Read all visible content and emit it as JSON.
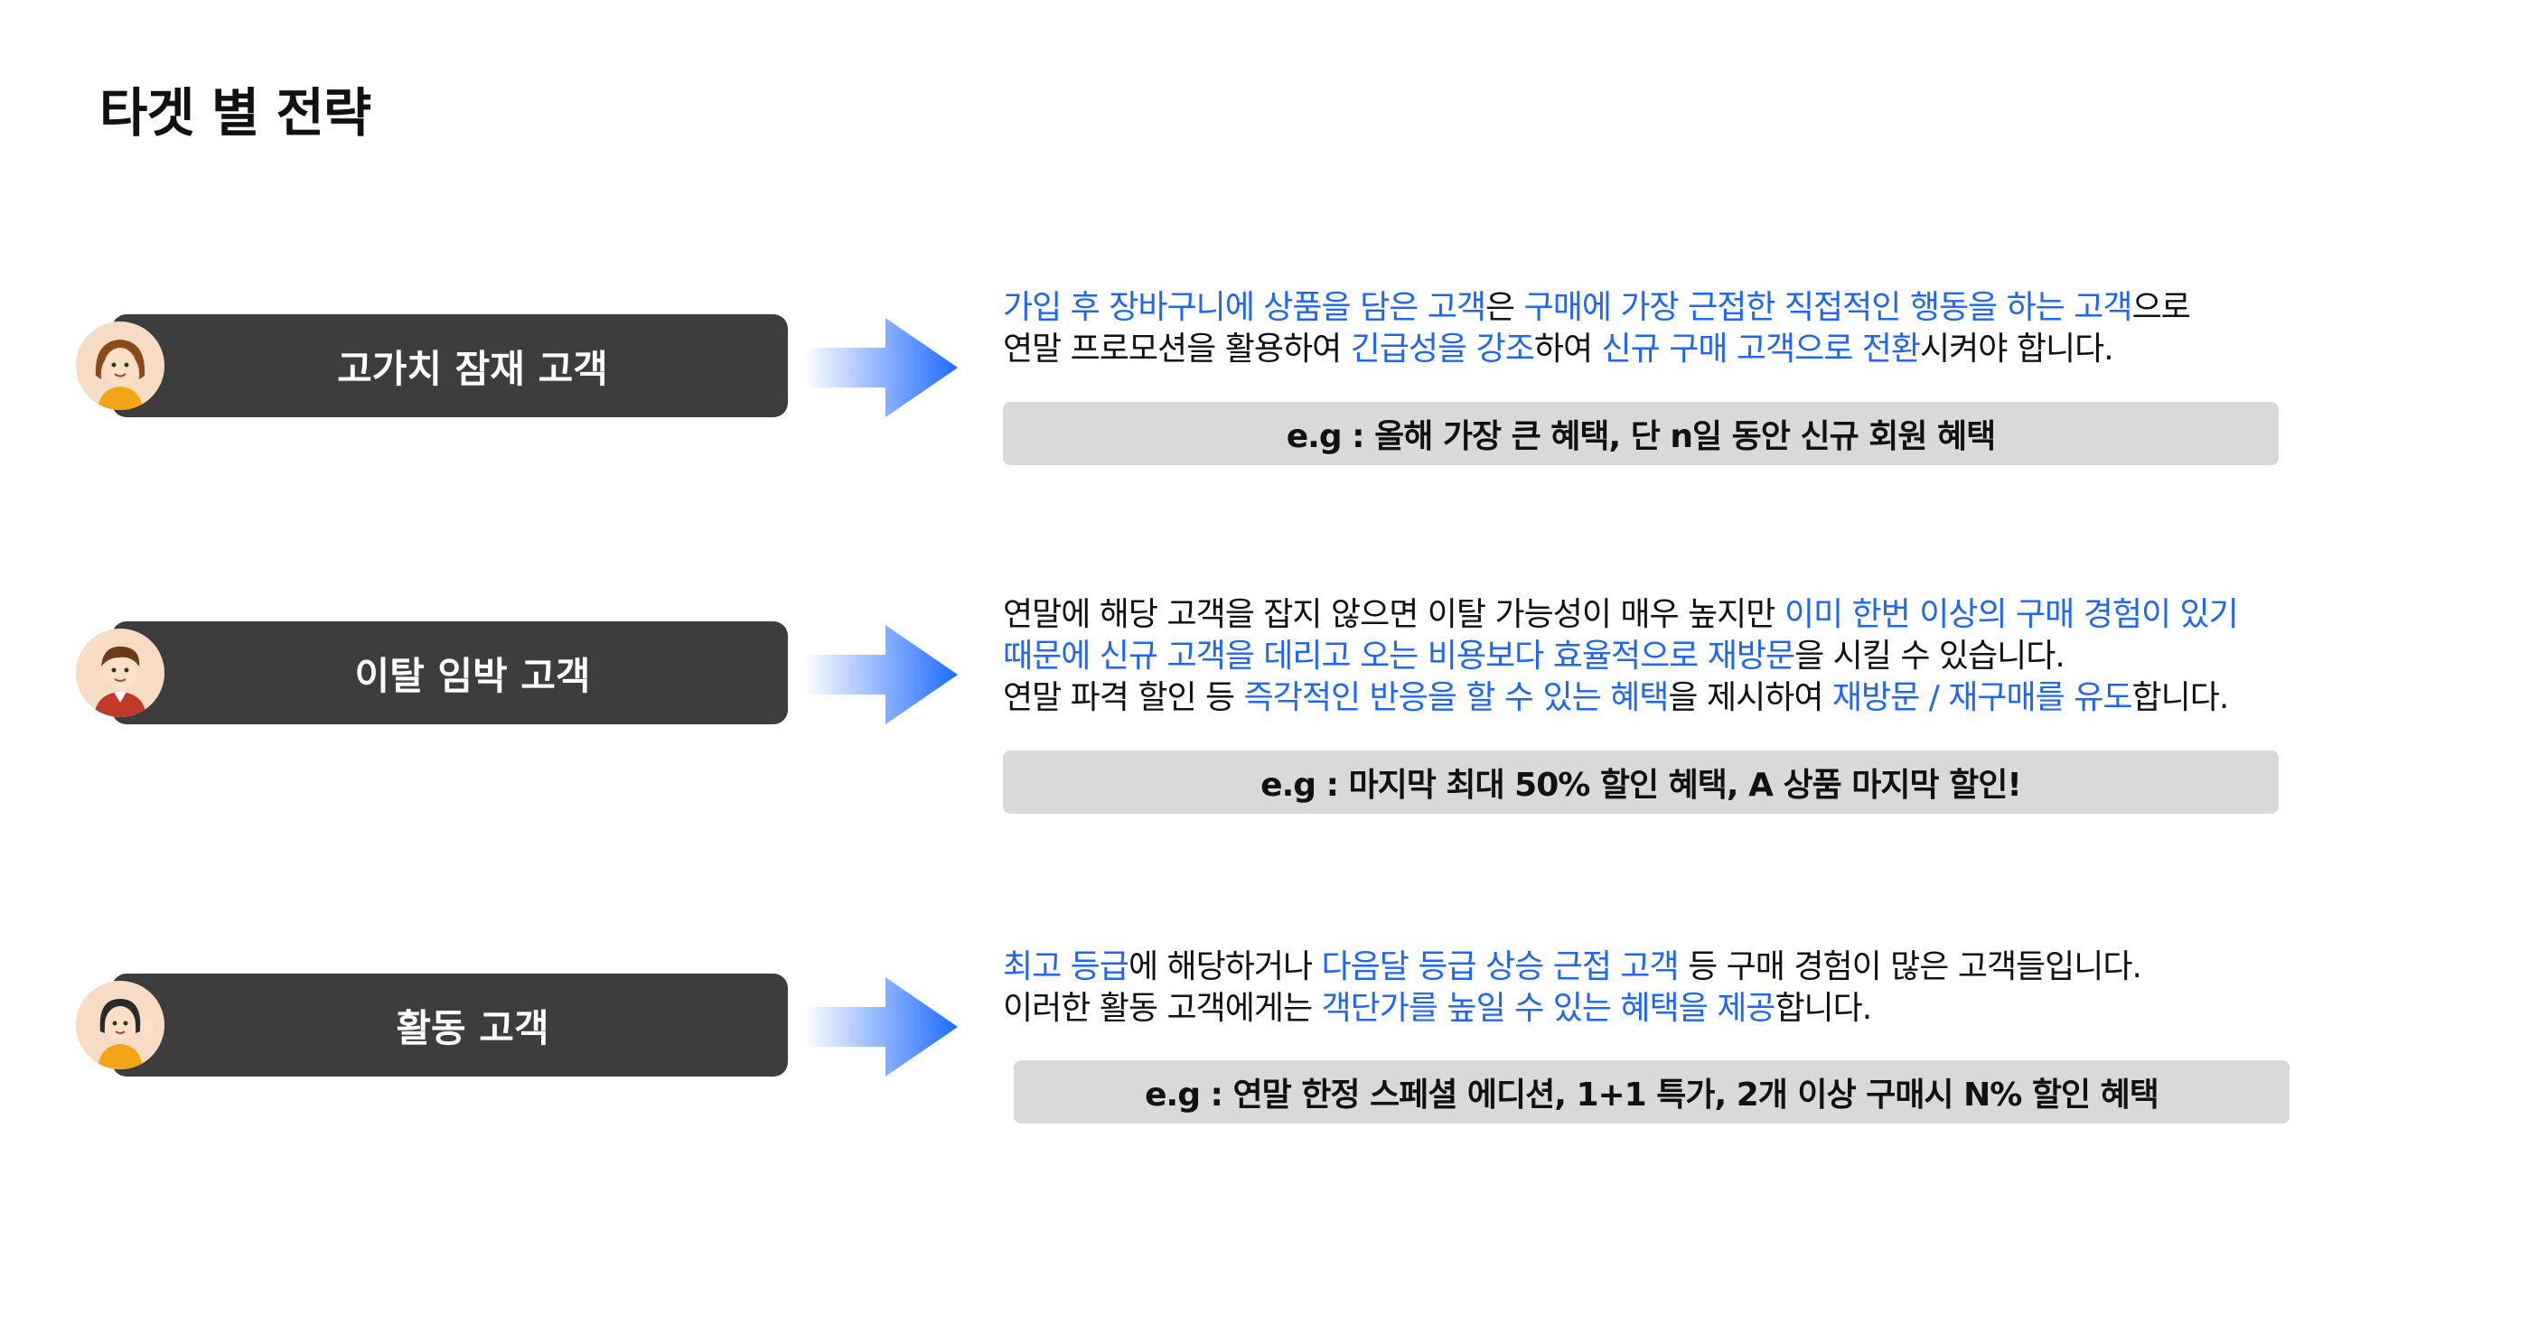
{
  "page": {
    "title": "타겟 별 전략"
  },
  "segments": [
    {
      "label": "고가치 잠재 고객",
      "avatar": "woman-avatar-icon",
      "lines": [
        [
          {
            "t": "가입 후 장바구니에 상품을 담은 고객",
            "hl": true
          },
          {
            "t": "은 ",
            "hl": false
          },
          {
            "t": "구매에 가장 근접한 직접적인 행동을 하는 고객",
            "hl": true
          },
          {
            "t": "으로",
            "hl": false
          }
        ],
        [
          {
            "t": "연말 프로모션을 활용하여 ",
            "hl": false
          },
          {
            "t": "긴급성을 강조",
            "hl": true
          },
          {
            "t": "하여 ",
            "hl": false
          },
          {
            "t": "신규 구매 고객으로 전환",
            "hl": true
          },
          {
            "t": "시켜야 합니다.",
            "hl": false
          }
        ]
      ],
      "example": "e.g : 올해 가장 큰 혜택, 단 n일 동안 신규 회원 혜택"
    },
    {
      "label": "이탈 임박 고객",
      "avatar": "man-avatar-icon",
      "lines": [
        [
          {
            "t": "연말에 해당 고객을 잡지 않으면 이탈 가능성이 매우 높지만 ",
            "hl": false
          },
          {
            "t": "이미 한번 이상의 구매 경험이 있기",
            "hl": true
          }
        ],
        [
          {
            "t": "때문에 신규 고객을 데리고 오는 비용보다 효율적으로 재방문",
            "hl": true
          },
          {
            "t": "을 시킬 수 있습니다.",
            "hl": false
          }
        ],
        [
          {
            "t": "연말 파격 할인 등 ",
            "hl": false
          },
          {
            "t": "즉각적인 반응을 할 수 있는 혜택",
            "hl": true
          },
          {
            "t": "을 제시하여 ",
            "hl": false
          },
          {
            "t": "재방문 / 재구매를 유도",
            "hl": true
          },
          {
            "t": "합니다.",
            "hl": false
          }
        ]
      ],
      "example": "e.g : 마지막 최대 50% 할인 혜택, A 상품 마지막 할인!"
    },
    {
      "label": "활동 고객",
      "avatar": "woman-waving-avatar-icon",
      "lines": [
        [
          {
            "t": "최고 등급",
            "hl": true
          },
          {
            "t": "에 해당하거나 ",
            "hl": false
          },
          {
            "t": "다음달 등급 상승 근접 고객",
            "hl": true
          },
          {
            "t": " 등 구매 경험이 많은 고객들입니다.",
            "hl": false
          }
        ],
        [
          {
            "t": "이러한 활동 고객에게는 ",
            "hl": false
          },
          {
            "t": "객단가를 높일 수 있는 혜택을 제공",
            "hl": true
          },
          {
            "t": "합니다.",
            "hl": false
          }
        ]
      ],
      "example": "e.g : 연말 한정 스페셜 에디션, 1+1 특가, 2개 이상 구매시 N% 할인 혜택"
    }
  ],
  "colors": {
    "accent": "#1f66f5",
    "pill": "#3d3d3d",
    "example_bg": "#d9d9d9"
  }
}
